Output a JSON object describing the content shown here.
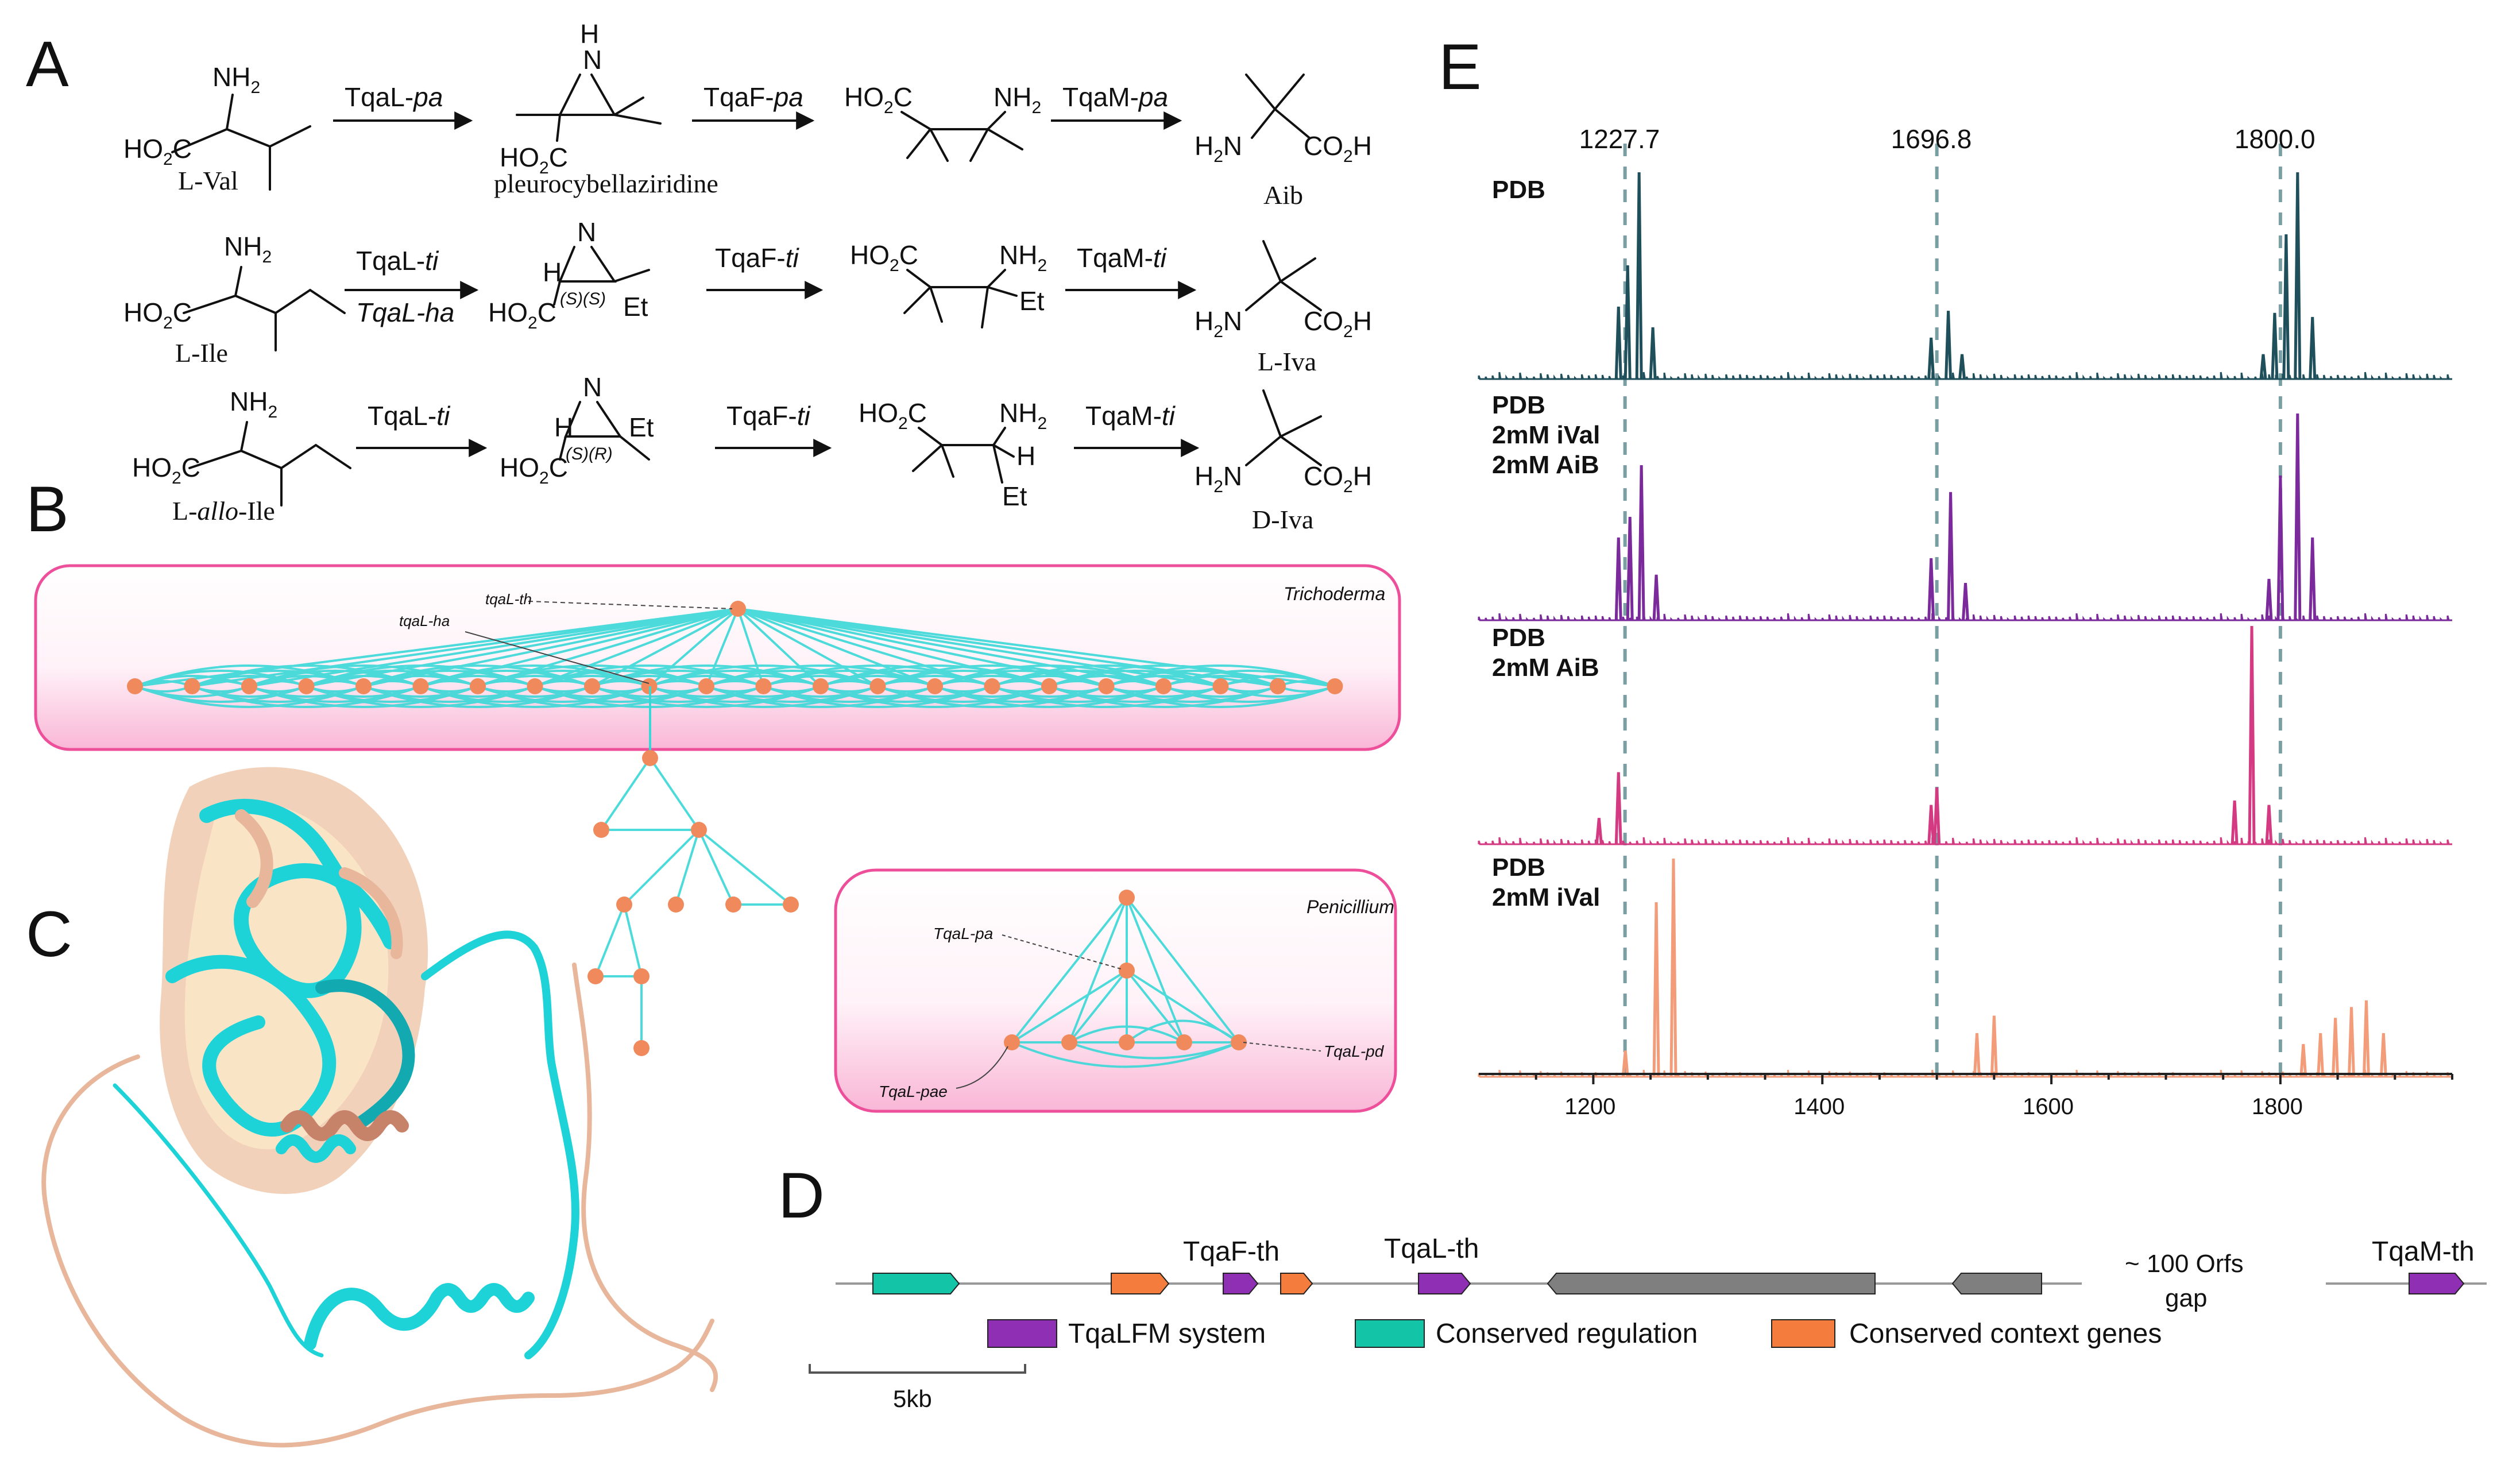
{
  "panels": {
    "a": "A",
    "b": "B",
    "c": "C",
    "d": "D",
    "e": "E"
  },
  "panel_a": {
    "rows": [
      {
        "substrate": "L-Val",
        "enzyme1": "TqaL-",
        "enzyme1_sfx": "pa",
        "enzyme1b": "",
        "intermediate": "pleurocybellaziridine",
        "enzyme2": "TqaF-",
        "enzyme2_sfx": "pa",
        "enzyme3": "TqaM-",
        "enzyme3_sfx": "pa",
        "product": "Aib"
      },
      {
        "substrate": "L-Ile",
        "enzyme1": "TqaL-",
        "enzyme1_sfx": "ti",
        "enzyme1b": "TqaL-ha",
        "intermediate": "",
        "enzyme2": "TqaF-",
        "enzyme2_sfx": "ti",
        "enzyme3": "TqaM-",
        "enzyme3_sfx": "ti",
        "product": "L-Iva"
      },
      {
        "substrate": "L-allo-Ile",
        "enzyme1": "TqaL-",
        "enzyme1_sfx": "ti",
        "enzyme1b": "",
        "intermediate": "",
        "enzyme2": "TqaF-",
        "enzyme2_sfx": "ti",
        "enzyme3": "TqaM-",
        "enzyme3_sfx": "ti",
        "product": "D-Iva"
      }
    ],
    "atoms": {
      "nh2": "NH",
      "nh2_sub": "2",
      "ho2c": "HO",
      "ho2c_sub": "2",
      "co2h": "CO",
      "co2h_sub": "2",
      "h": "H",
      "n_h": "N",
      "et": "Et",
      "h2n": "H",
      "h2n_sub": "2"
    },
    "stereo_row2": "(S)(S)",
    "stereo_row3": "(S)(R)"
  },
  "panel_b": {
    "trichoderma_label": "Trichoderma",
    "penicillium_label": "Penicillium",
    "annotations": {
      "tqaL_th": "tqaL-th",
      "tqaL_ha": "tqaL-ha",
      "tqaL_pa": "TqaL-pa",
      "tqaL_pae": "TqaL-pae",
      "tqaL_pd": "TqaL-pd"
    }
  },
  "panel_c": {
    "colors": {
      "model_a": "#1ed3d8",
      "model_b": "#e8b69a"
    }
  },
  "panel_d": {
    "labels": {
      "tqaF": "TqaF-th",
      "tqaL": "TqaL-th",
      "tqaM": "TqaM-th",
      "gap_line1": "~ 100 Orfs",
      "gap_line2": "gap"
    },
    "legend": [
      {
        "label": "TqaLFM system",
        "color": "#8e2fb4"
      },
      {
        "label": "Conserved regulation",
        "color": "#13c4a6"
      },
      {
        "label": "Conserved context genes",
        "color": "#f47c3c"
      }
    ],
    "scale_label": "5kb",
    "gene_colors": {
      "grey": "#7f7f7f"
    }
  },
  "chart_data": {
    "type": "line",
    "xlim": [
      1100,
      1950
    ],
    "xticks": [
      "1200",
      "1400",
      "1600",
      "1800"
    ],
    "marker_labels": [
      "1227.7",
      "1696.8",
      "1800.0"
    ],
    "series": [
      {
        "name": "PDB",
        "legend": [
          "PDB"
        ],
        "color": "#1f4f5a",
        "peaks": [
          [
            1222,
            0.35
          ],
          [
            1230,
            0.55
          ],
          [
            1240,
            1.0
          ],
          [
            1252,
            0.25
          ],
          [
            1495,
            0.2
          ],
          [
            1510,
            0.33
          ],
          [
            1522,
            0.12
          ],
          [
            1785,
            0.12
          ],
          [
            1795,
            0.32
          ],
          [
            1805,
            0.7
          ],
          [
            1815,
            1.0
          ],
          [
            1828,
            0.3
          ]
        ]
      },
      {
        "name": "PDB 2mM iVal 2mM AiB",
        "legend": [
          "PDB",
          "2mM iVal",
          "2mM AiB"
        ],
        "color": "#7a2a9a",
        "peaks": [
          [
            1222,
            0.4
          ],
          [
            1232,
            0.5
          ],
          [
            1242,
            0.75
          ],
          [
            1255,
            0.22
          ],
          [
            1495,
            0.3
          ],
          [
            1512,
            0.62
          ],
          [
            1525,
            0.18
          ],
          [
            1790,
            0.2
          ],
          [
            1800,
            0.7
          ],
          [
            1815,
            1.0
          ],
          [
            1828,
            0.4
          ]
        ]
      },
      {
        "name": "PDB 2mM AiB",
        "legend": [
          "PDB",
          "2mM AiB"
        ],
        "color": "#d43a82",
        "peaks": [
          [
            1205,
            0.12
          ],
          [
            1222,
            0.33
          ],
          [
            1495,
            0.18
          ],
          [
            1500,
            0.26
          ],
          [
            1760,
            0.2
          ],
          [
            1775,
            1.0
          ],
          [
            1790,
            0.18
          ]
        ]
      },
      {
        "name": "PDB 2mM iVal",
        "legend": [
          "PDB",
          "2mM iVal"
        ],
        "color": "#f39c7a",
        "peaks": [
          [
            1228,
            0.12
          ],
          [
            1255,
            0.8
          ],
          [
            1270,
            1.0
          ],
          [
            1535,
            0.2
          ],
          [
            1550,
            0.28
          ],
          [
            1820,
            0.15
          ],
          [
            1835,
            0.2
          ],
          [
            1848,
            0.27
          ],
          [
            1862,
            0.32
          ],
          [
            1875,
            0.35
          ],
          [
            1890,
            0.2
          ]
        ]
      }
    ]
  }
}
